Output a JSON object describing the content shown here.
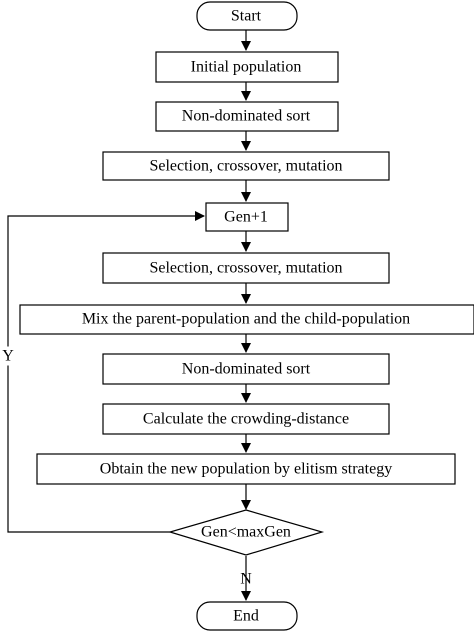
{
  "nodes": {
    "start": "Start",
    "initial_population": "Initial population",
    "nondominated_sort_1": "Non-dominated sort",
    "selection_1": "Selection, crossover, mutation",
    "gen_increment": "Gen+1",
    "selection_2": "Selection, crossover, mutation",
    "mix_populations": "Mix the parent-population and the child-population",
    "nondominated_sort_2": "Non-dominated sort",
    "crowding_distance": "Calculate the crowding-distance",
    "elitism": "Obtain the new population by elitism strategy",
    "decision": "Gen<maxGen",
    "end": "End"
  },
  "edge_labels": {
    "yes": "Y",
    "no": "N"
  }
}
